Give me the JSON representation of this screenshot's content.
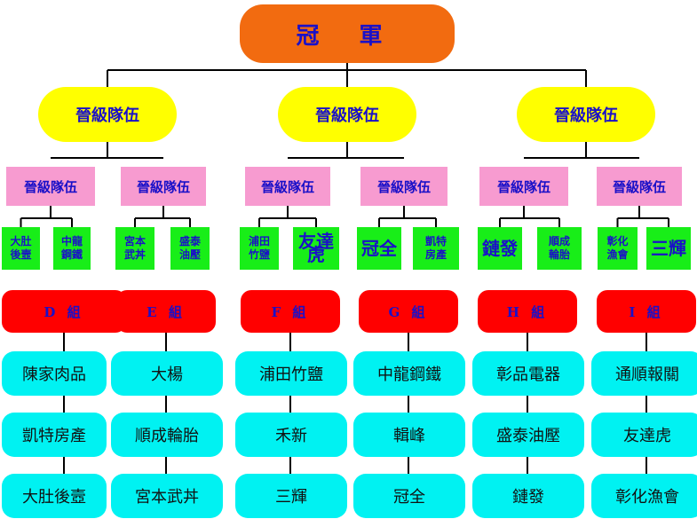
{
  "champion": "冠  軍",
  "top_advance": [
    "晉級隊伍",
    "晉級隊伍",
    "晉級隊伍"
  ],
  "pink_advance": [
    "晉級隊伍",
    "晉級隊伍",
    "晉級隊伍",
    "晉級隊伍",
    "晉級隊伍",
    "晉級隊伍"
  ],
  "green": [
    [
      "大肚",
      "後壼"
    ],
    [
      "中龍",
      "鋼鐵"
    ],
    [
      "宮本",
      "武丼"
    ],
    [
      "盛泰",
      "油壓"
    ],
    [
      "浦田",
      "竹鹽"
    ],
    [
      "友達虎"
    ],
    [
      "冠全"
    ],
    [
      "凱特",
      "房產"
    ],
    [
      "鏈發"
    ],
    [
      "順成",
      "輪胎"
    ],
    [
      "彰化",
      "漁會"
    ],
    [
      "三輝"
    ]
  ],
  "groups": [
    {
      "name": "D 組",
      "teams": [
        "陳家肉品",
        "凱特房產",
        "大肚後壼"
      ]
    },
    {
      "name": "E 組",
      "teams": [
        "大楊",
        "順成輪胎",
        "宮本武丼"
      ]
    },
    {
      "name": "F 組",
      "teams": [
        "浦田竹鹽",
        "禾新",
        "三輝"
      ]
    },
    {
      "name": "G 組",
      "teams": [
        "中龍鋼鐵",
        "輯峰",
        "冠全"
      ]
    },
    {
      "name": "H 組",
      "teams": [
        "彰品電器",
        "盛泰油壓",
        "鏈發"
      ]
    },
    {
      "name": "I 組",
      "teams": [
        "通順報關",
        "友達虎",
        "彰化漁會"
      ]
    }
  ],
  "colors": {
    "orange": "#f26b10",
    "yellow": "#ffff00",
    "pink": "#f79bd0",
    "green": "#18ee18",
    "red": "#ff0000",
    "cyan": "#00f2f2",
    "text": "#1a10c8"
  }
}
